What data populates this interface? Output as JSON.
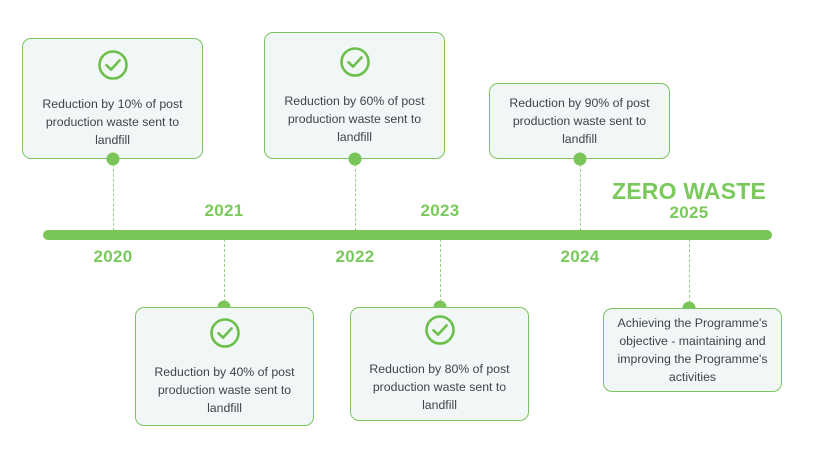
{
  "theme": {
    "green": "#79c558",
    "green_text": "#79c95c",
    "card_bg": "#f1f7f6",
    "card_border": "#7cc45f",
    "body_text": "#3f4347",
    "page_bg": "#ffffff"
  },
  "heading": {
    "title": "ZERO WASTE"
  },
  "timeline": {
    "years": [
      {
        "label": "2020",
        "position": "below"
      },
      {
        "label": "2021",
        "position": "above"
      },
      {
        "label": "2022",
        "position": "below"
      },
      {
        "label": "2023",
        "position": "above"
      },
      {
        "label": "2024",
        "position": "below"
      },
      {
        "label": "2025",
        "position": "above"
      }
    ]
  },
  "milestones": [
    {
      "year": "2020",
      "side": "top",
      "has_check": true,
      "icon": "check-circle-icon",
      "text": "Reduction by 10% of post production waste sent to landfill"
    },
    {
      "year": "2021",
      "side": "bottom",
      "has_check": true,
      "icon": "check-circle-icon",
      "text": "Reduction by 40% of post production waste sent to landfill"
    },
    {
      "year": "2022",
      "side": "top",
      "has_check": true,
      "icon": "check-circle-icon",
      "text": "Reduction by 60% of post production waste sent to landfill"
    },
    {
      "year": "2023",
      "side": "bottom",
      "has_check": true,
      "icon": "check-circle-icon",
      "text": "Reduction by 80% of post production waste sent to landfill"
    },
    {
      "year": "2024",
      "side": "top",
      "has_check": false,
      "icon": null,
      "text": "Reduction by 90% of post production waste sent to landfill"
    },
    {
      "year": "2025",
      "side": "bottom",
      "has_check": false,
      "icon": null,
      "text": "Achieving the Programme's objective - maintaining and improving the Programme's activities"
    }
  ]
}
